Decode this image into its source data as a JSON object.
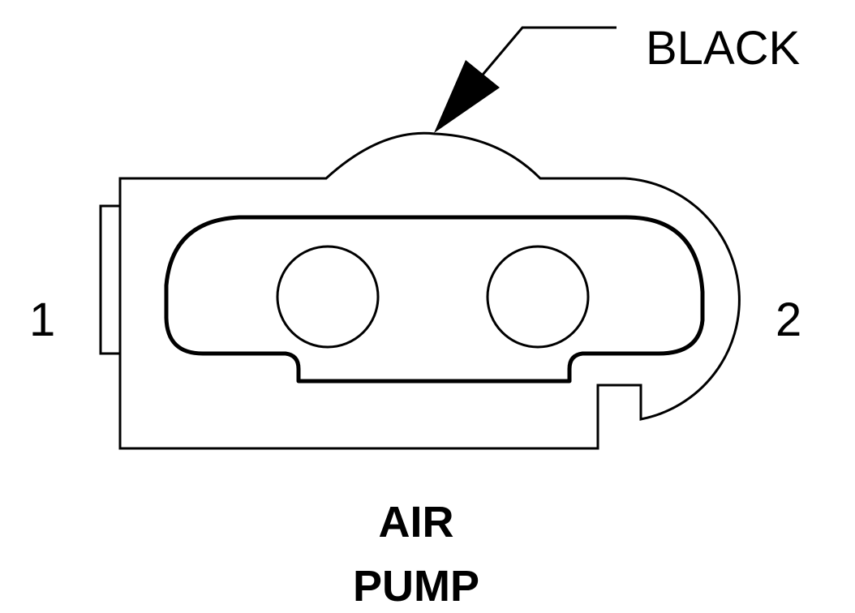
{
  "callout": {
    "color_label": "BLACK"
  },
  "pins": {
    "left": "1",
    "right": "2"
  },
  "title": {
    "line1": "AIR",
    "line2": "PUMP"
  },
  "colors": {
    "stroke": "#000000",
    "background": "#ffffff"
  }
}
